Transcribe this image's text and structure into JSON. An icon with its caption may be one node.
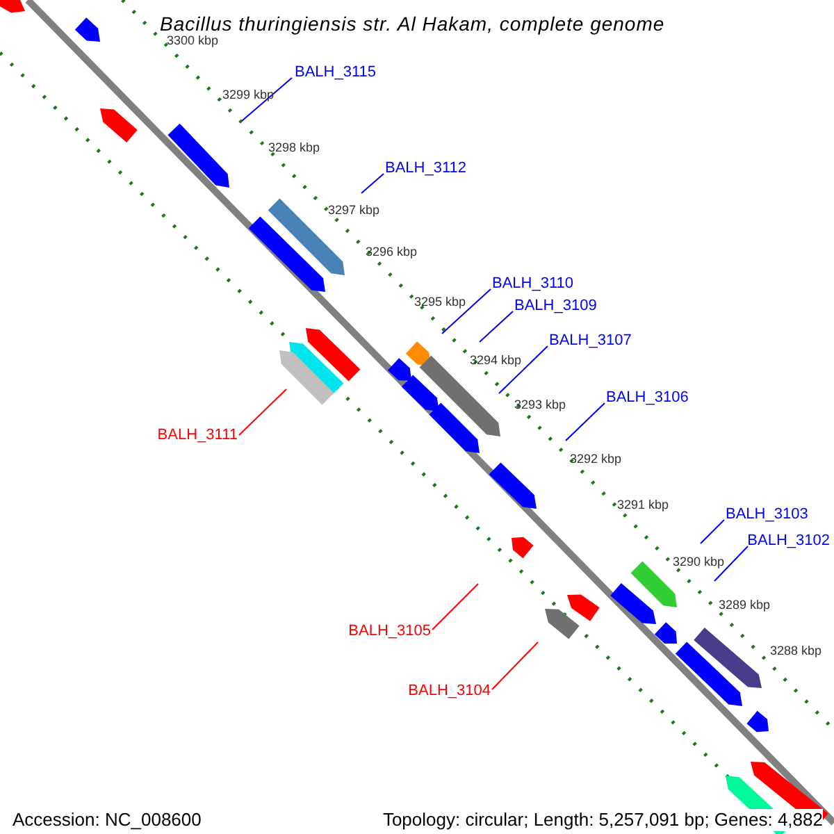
{
  "diagram": {
    "title": "Bacillus thuringiensis str. Al Hakam, complete genome",
    "nodes": [
      {
        "text": [
          "BALH_3115"
        ]
      },
      {
        "text": [
          "BALH_3112"
        ]
      },
      {
        "text": [
          "BALH_3110"
        ]
      },
      {
        "text": [
          "BALH_3109"
        ]
      },
      {
        "text": [
          "BALH_3107"
        ]
      },
      {
        "text": [
          "BALH_3106"
        ]
      },
      {
        "text": [
          "BALH_3103"
        ]
      },
      {
        "text": [
          "BALH_3102"
        ]
      },
      {
        "text": [
          "BALH_3111"
        ]
      },
      {
        "text": [
          "BALH_3105"
        ]
      },
      {
        "text": [
          "BALH_3104"
        ]
      }
    ],
    "edges": [
      {
        "from": 0,
        "to": null,
        "arrow": "none"
      },
      {
        "from": 1,
        "to": null,
        "arrow": "none"
      },
      {
        "from": 2,
        "to": null,
        "arrow": "none"
      },
      {
        "from": 3,
        "to": null,
        "arrow": "none"
      },
      {
        "from": 4,
        "to": null,
        "arrow": "none"
      },
      {
        "from": 5,
        "to": null,
        "arrow": "none"
      },
      {
        "from": 6,
        "to": null,
        "arrow": "none"
      },
      {
        "from": 7,
        "to": null,
        "arrow": "none"
      },
      {
        "from": 8,
        "to": null,
        "arrow": "none",
        "color": "#ff0000"
      },
      {
        "from": 9,
        "to": null,
        "arrow": "none",
        "color": "#ff0000"
      },
      {
        "from": 10,
        "to": null,
        "arrow": "none",
        "color": "#ff0000"
      }
    ],
    "labels": [
      "3300 kbp",
      "3299 kbp",
      "3298 kbp",
      "3297 kbp",
      "3296 kbp",
      "3295 kbp",
      "3294 kbp",
      "3293 kbp",
      "3292 kbp",
      "3291 kbp",
      "3290 kbp",
      "3289 kbp",
      "3288 kbp",
      "Accession: NC_008600",
      "Topology: circular; Length: 5,257,091 bp; Genes: 4,882"
    ]
  }
}
